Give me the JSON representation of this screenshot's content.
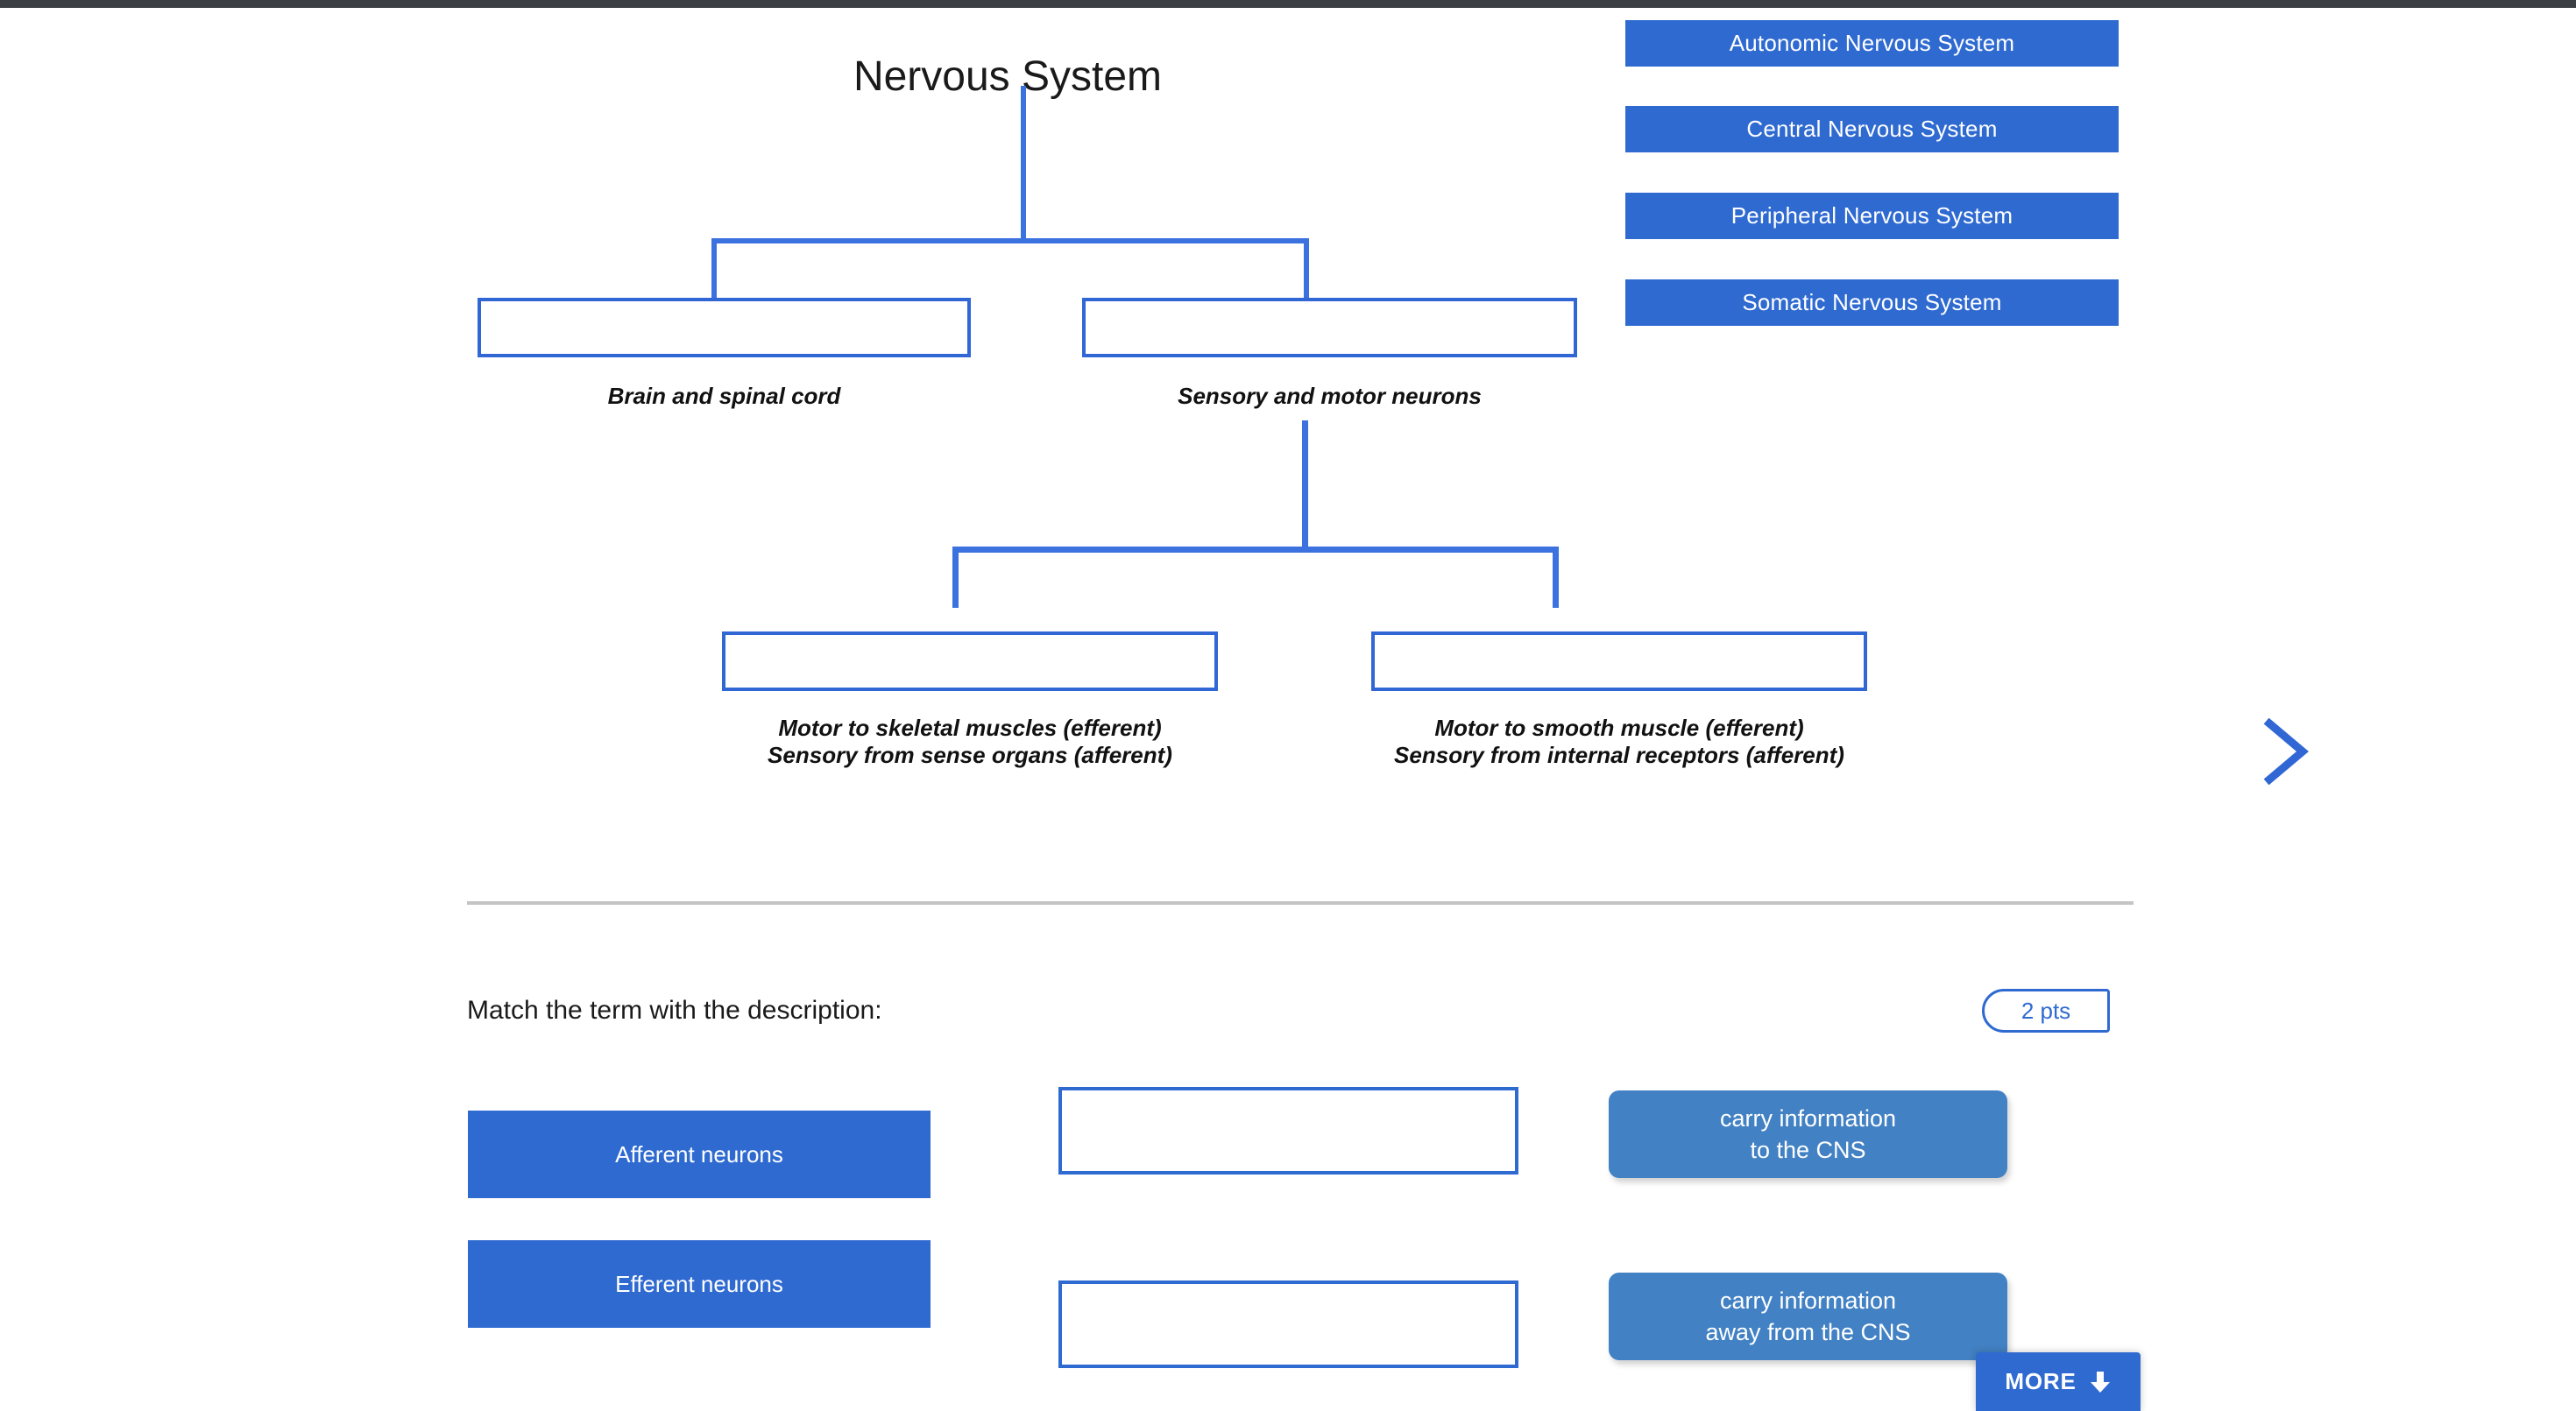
{
  "colors": {
    "accent_blue": "#2f6ad1",
    "connector_blue": "#3b72e0",
    "card_blue": "#4281c4",
    "divider_gray": "#c4c4c4",
    "topbar_dark": "#3c3f43"
  },
  "diagram": {
    "title": "Nervous System",
    "boxes": [
      {
        "id": "level1-left",
        "caption": "Brain and spinal cord"
      },
      {
        "id": "level1-right",
        "caption": "Sensory and motor neurons"
      },
      {
        "id": "level2-left",
        "caption_line1": "Motor to skeletal muscles (efferent)",
        "caption_line2": "Sensory from sense organs (afferent)"
      },
      {
        "id": "level2-right",
        "caption_line1": "Motor to smooth muscle (efferent)",
        "caption_line2": "Sensory from internal receptors (afferent)"
      }
    ]
  },
  "answer_bank": {
    "items": [
      {
        "label": "Autonomic Nervous System"
      },
      {
        "label": "Central Nervous System"
      },
      {
        "label": "Peripheral Nervous System"
      },
      {
        "label": "Somatic Nervous System"
      }
    ]
  },
  "navigation": {
    "next_icon": "chevron-right-icon"
  },
  "matching": {
    "prompt": "Match the term with the description:",
    "points_badge": "2 pts",
    "rows": [
      {
        "term": "Afferent neurons",
        "slot_value": "",
        "description_line1": "carry information",
        "description_line2": "to the CNS"
      },
      {
        "term": "Efferent neurons",
        "slot_value": "",
        "description_line1": "carry information",
        "description_line2": "away from the CNS"
      }
    ]
  },
  "footer": {
    "more_label": "MORE",
    "more_icon": "arrow-down-icon"
  }
}
